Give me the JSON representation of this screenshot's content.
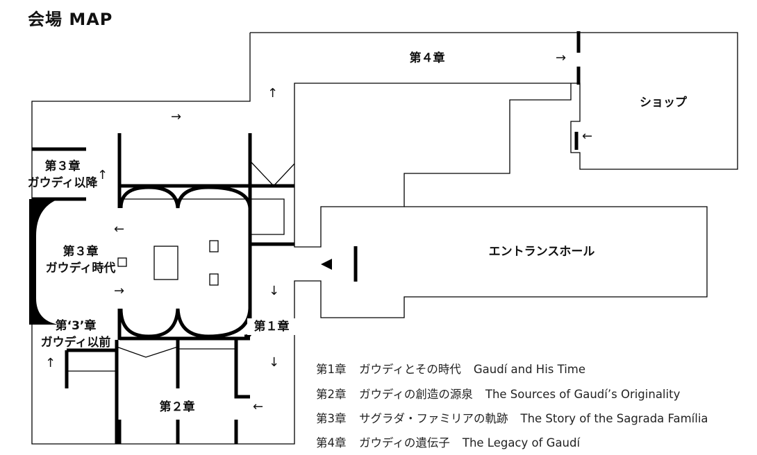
{
  "map_title": "会場 MAP",
  "rooms": {
    "ch4": "第４章",
    "shop": "ショップ",
    "ch3_after": [
      "第３章",
      "ガウディ以降"
    ],
    "ch3_during": [
      "第３章",
      "ガウディ時代"
    ],
    "ch3_before": [
      "第‘3’章",
      "ガウディ以前"
    ],
    "ch1": "第１章",
    "ch2": "第２章",
    "entrance": "エントランスホール"
  },
  "legend": [
    {
      "chapter": "第1章",
      "jp": "ガウディとその時代",
      "en": "Gaudí and His Time"
    },
    {
      "chapter": "第2章",
      "jp": "ガウディの創造の源泉",
      "en": "The Sources of Gaudí’s Originality"
    },
    {
      "chapter": "第3章",
      "jp": "サグラダ・ファミリアの軌跡",
      "en": "The Story of the Sagrada Família"
    },
    {
      "chapter": "第4章",
      "jp": "ガウディの遺伝子",
      "en": "The Legacy of Gaudí"
    }
  ],
  "arrows": {
    "right": "→",
    "left": "←",
    "up": "↑",
    "down": "↓"
  }
}
